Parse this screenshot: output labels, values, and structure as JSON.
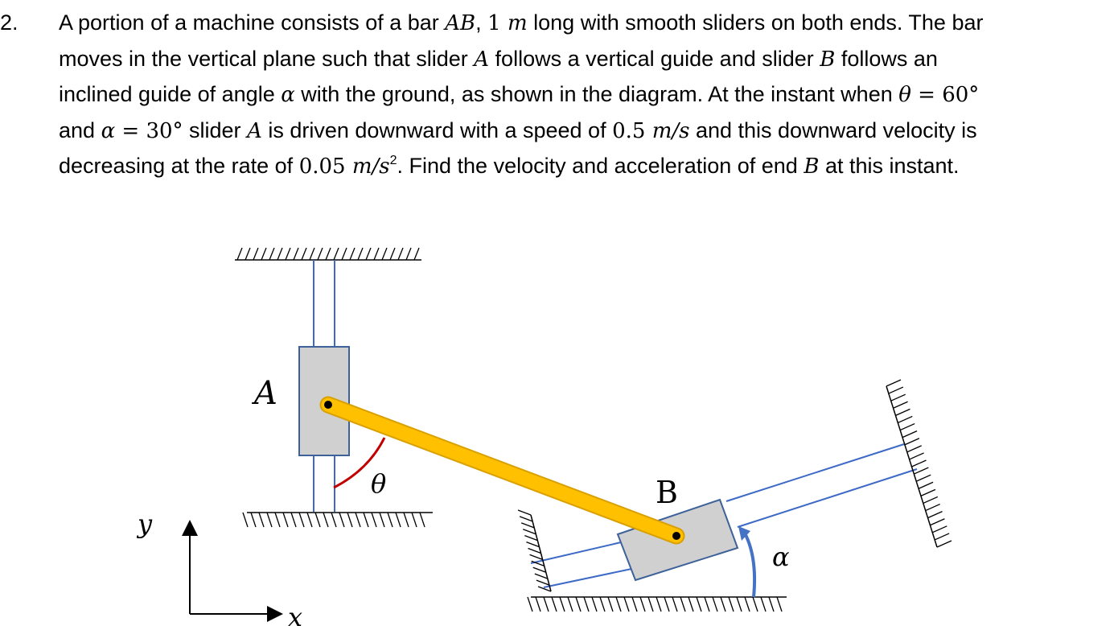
{
  "problem": {
    "number": "2.",
    "lines": [
      [
        {
          "t": "A portion of a machine consists of a bar ",
          "s": "text"
        },
        {
          "t": "AB",
          "s": "math"
        },
        {
          "t": ", ",
          "s": "text"
        },
        {
          "t": "1 ",
          "s": "mathup"
        },
        {
          "t": "m",
          "s": "math"
        },
        {
          "t": " long with smooth sliders on both ends. The bar",
          "s": "text"
        }
      ],
      [
        {
          "t": "moves in the vertical plane such that slider ",
          "s": "text"
        },
        {
          "t": "A",
          "s": "math"
        },
        {
          "t": " follows a vertical guide and slider ",
          "s": "text"
        },
        {
          "t": "B",
          "s": "math"
        },
        {
          "t": " follows an",
          "s": "text"
        }
      ],
      [
        {
          "t": "inclined guide of angle ",
          "s": "text"
        },
        {
          "t": "α",
          "s": "math"
        },
        {
          "t": " with the ground, as shown in the diagram. At the instant when ",
          "s": "text"
        },
        {
          "t": "θ",
          "s": "math"
        },
        {
          "t": " = 60°",
          "s": "mathup"
        }
      ],
      [
        {
          "t": "and ",
          "s": "text"
        },
        {
          "t": "α",
          "s": "math"
        },
        {
          "t": " = 30°",
          "s": "mathup"
        },
        {
          "t": " slider ",
          "s": "text"
        },
        {
          "t": "A",
          "s": "math"
        },
        {
          "t": " is driven downward with a speed of ",
          "s": "text"
        },
        {
          "t": "0.5 ",
          "s": "mathup"
        },
        {
          "t": "m/s",
          "s": "math"
        },
        {
          "t": " and this downward velocity is",
          "s": "text"
        }
      ],
      [
        {
          "t": "decreasing at the rate of ",
          "s": "text"
        },
        {
          "t": "0.05 ",
          "s": "mathup"
        },
        {
          "t": "m/s",
          "s": "math"
        },
        {
          "t": "2",
          "s": "sup"
        },
        {
          "t": ". Find the velocity and acceleration of end ",
          "s": "text"
        },
        {
          "t": "B",
          "s": "math"
        },
        {
          "t": " at this instant.",
          "s": "text"
        }
      ]
    ]
  },
  "diagram": {
    "labels": {
      "slider_a": "A",
      "slider_b": "B",
      "theta": "θ",
      "alpha": "α",
      "axis_x": "x",
      "axis_y": "y"
    },
    "colors": {
      "bar": "#ffc000",
      "bar_outline": "#d9a000",
      "slider_fill": "#d0d0d0",
      "slider_stroke": "#3d6199",
      "guide": "#3d6ac7",
      "theta_arc": "#c00000",
      "alpha_arc": "#4472c4",
      "hatch": "#000000"
    }
  }
}
